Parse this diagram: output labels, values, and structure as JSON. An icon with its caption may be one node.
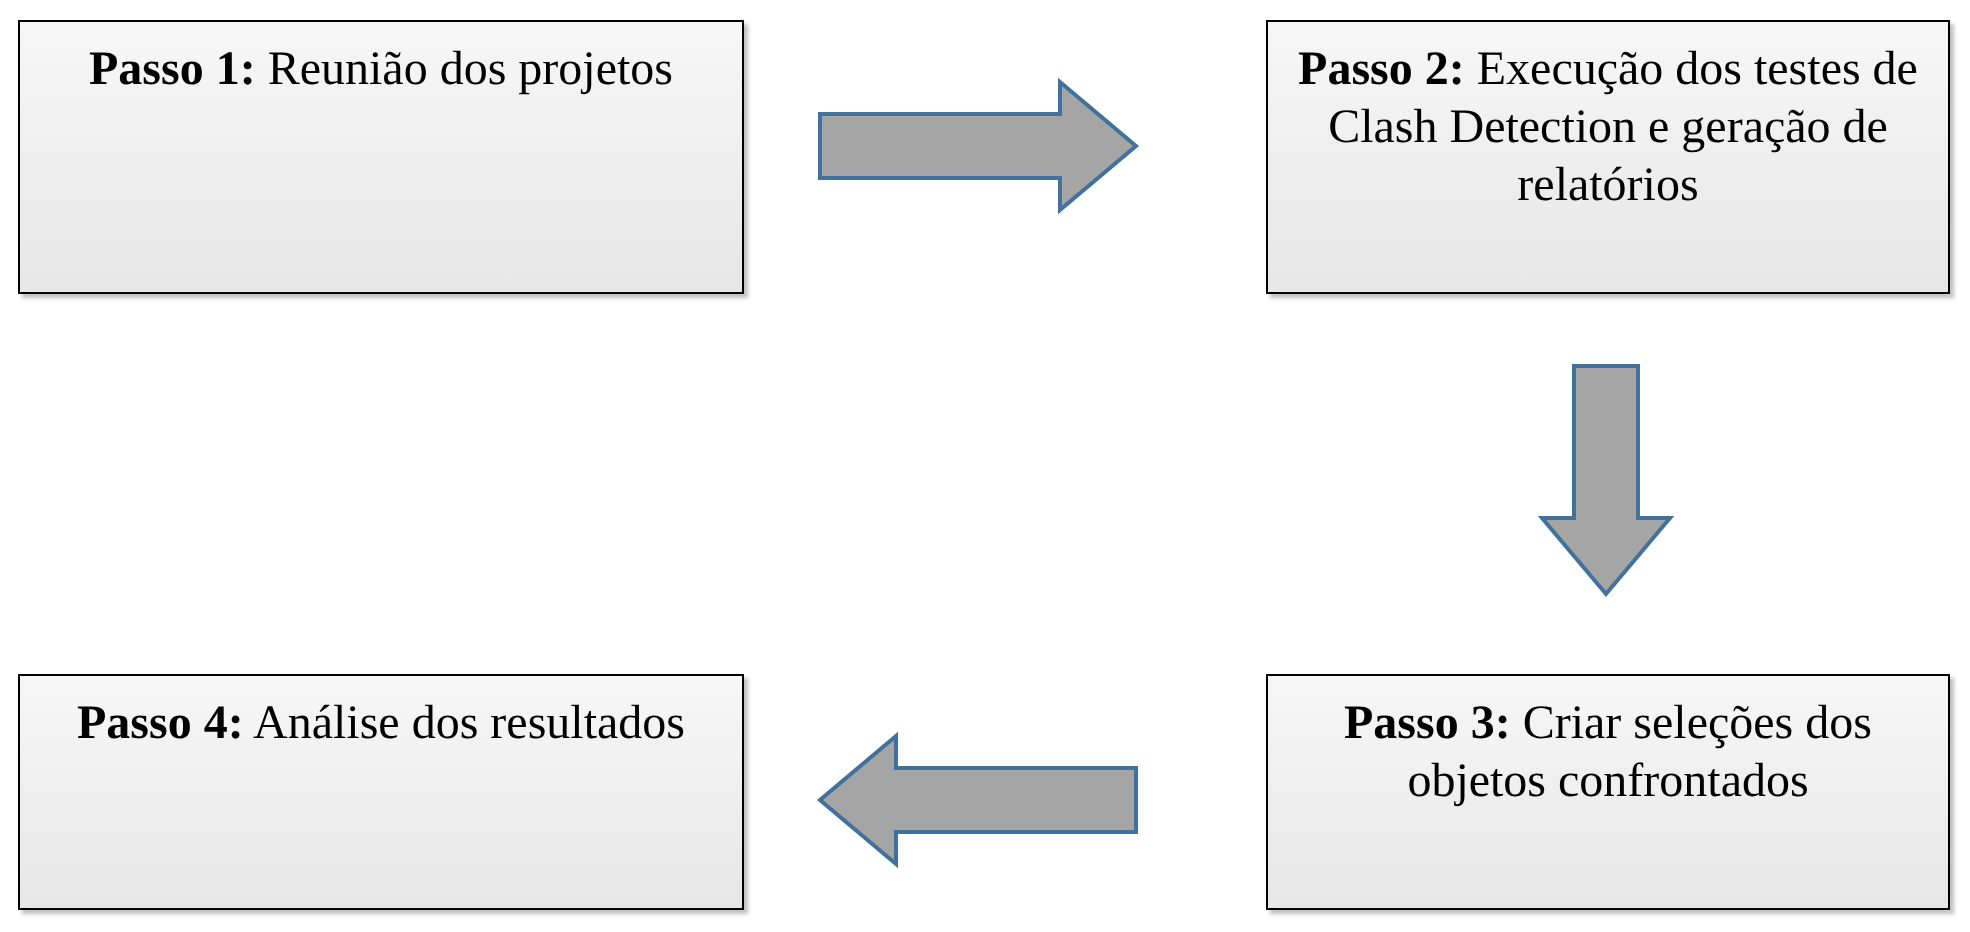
{
  "diagram": {
    "nodes": [
      {
        "text": [
          "**Passo 1:** Reunião dos projetos"
        ]
      },
      {
        "text": [
          "**Passo 2:** Execução dos testes de Clash Detection e geração de relatórios"
        ]
      },
      {
        "text": [
          "**Passo 3:** Criar seleções dos objetos confrontados"
        ]
      },
      {
        "text": [
          "**Passo 4:** Análise dos resultados"
        ]
      }
    ],
    "edges": [
      {
        "from": 0,
        "to": 1,
        "arrow": "to"
      },
      {
        "from": 1,
        "to": 2,
        "arrow": "to"
      },
      {
        "from": 2,
        "to": 3,
        "arrow": "to"
      }
    ]
  }
}
